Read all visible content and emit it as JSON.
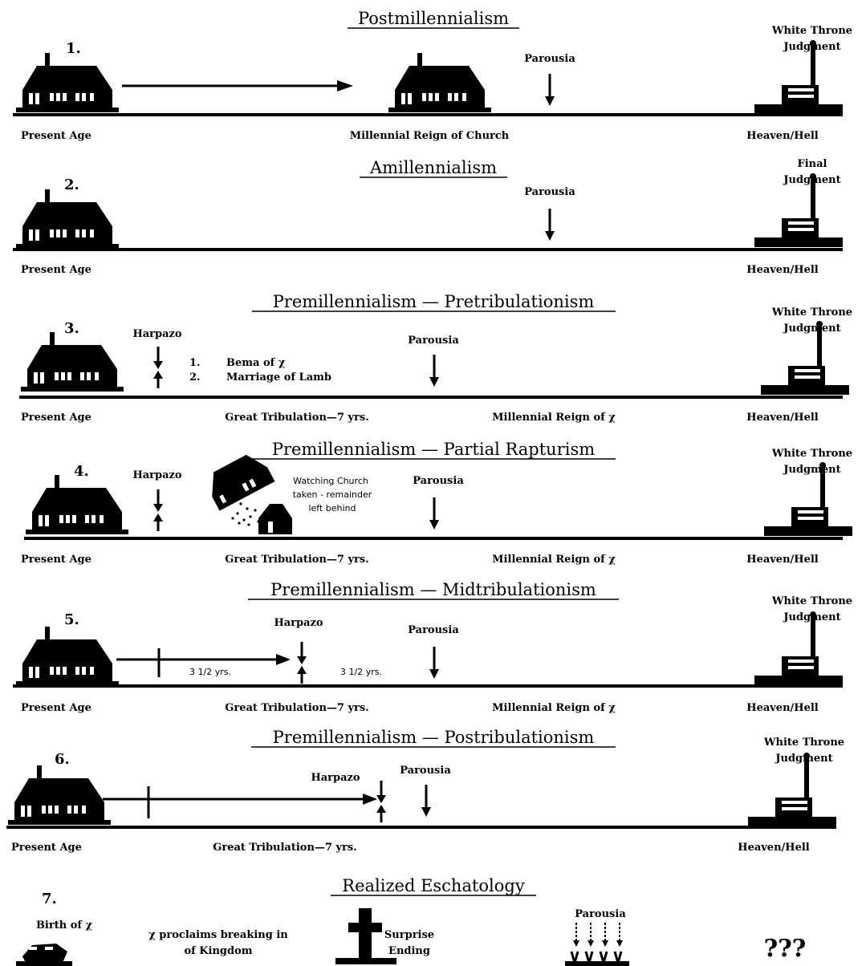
{
  "rows": [
    {
      "number": "1.",
      "title": "Postmillennialism",
      "present_age": "Present Age",
      "middle_label": "Millennial Reign of Church",
      "parousia": "Parousia",
      "judgment": [
        "White Throne",
        "Judgment"
      ],
      "end": "Heaven/Hell"
    },
    {
      "number": "2.",
      "title": "Amillennialism",
      "present_age": "Present Age",
      "parousia": "Parousia",
      "judgment": [
        "Final",
        "Judgment"
      ],
      "end": "Heaven/Hell"
    },
    {
      "number": "3.",
      "title": "Premillennialism — Pretribulationism",
      "present_age": "Present Age",
      "harpazo": "Harpazo",
      "list": [
        "1.",
        "Bema of χ",
        "2.",
        "Marriage of Lamb"
      ],
      "parousia": "Parousia",
      "tribulation": "Great Tribulation—7 yrs.",
      "millennial": "Millennial Reign of  χ",
      "judgment": [
        "White Throne",
        "Judgment"
      ],
      "end": "Heaven/Hell"
    },
    {
      "number": "4.",
      "title": "Premillennialism — Partial Rapturism",
      "present_age": "Present Age",
      "harpazo": "Harpazo",
      "note": [
        "Watching Church",
        "taken - remainder",
        "left behind"
      ],
      "parousia": "Parousia",
      "tribulation": "Great Tribulation—7 yrs.",
      "millennial": "Millennial Reign of  χ",
      "judgment": [
        "White Throne",
        "Judgment"
      ],
      "end": "Heaven/Hell"
    },
    {
      "number": "5.",
      "title": "Premillennialism — Midtribulationism",
      "present_age": "Present Age",
      "harpazo": "Harpazo",
      "half1": "3 1/2 yrs.",
      "half2": "3 1/2 yrs.",
      "parousia": "Parousia",
      "tribulation": "Great Tribulation—7 yrs.",
      "millennial": "Millennial Reign of  χ",
      "judgment": [
        "White Throne",
        "Judgment"
      ],
      "end": "Heaven/Hell"
    },
    {
      "number": "6.",
      "title": "Premillennialism — Postribulationism",
      "present_age": "Present Age",
      "harpazo": "Harpazo",
      "parousia": "Parousia",
      "tribulation": "Great Tribulation—7 yrs.",
      "judgment": [
        "White Throne",
        "Judgment"
      ],
      "end": "Heaven/Hell"
    },
    {
      "number": "7.",
      "title": "Realized Eschatology",
      "birth": "Birth of χ",
      "kingdom": [
        "χ proclaims breaking in",
        "of Kingdom"
      ],
      "surprise": [
        "Surprise",
        "Ending"
      ],
      "parousia": "Parousia",
      "questions": "???"
    }
  ]
}
